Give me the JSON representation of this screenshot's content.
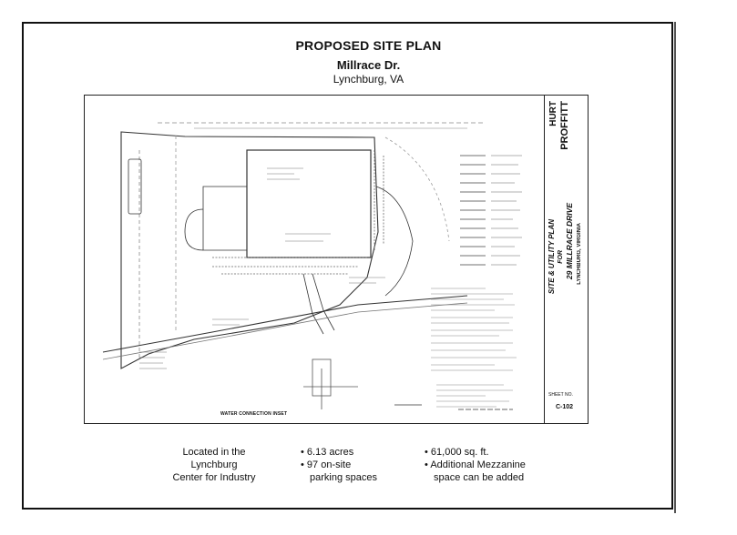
{
  "header": {
    "title": "PROPOSED SITE PLAN",
    "street": "Millrace Dr.",
    "city": "Lynchburg, VA"
  },
  "title_block": {
    "firm_a": "HURT",
    "firm_b": "PROFFITT",
    "plan_name": "SITE & UTILITY PLAN",
    "plan_for": "FOR",
    "address": "29 MILLRACE DRIVE",
    "city": "LYNCHBURG, VIRGINIA",
    "sheet_label": "SHEET NO.",
    "sheet_no": "C-102"
  },
  "plan_labels": {
    "water_connection": "WATER CONNECTION INSET"
  },
  "bottom": {
    "location_lines": [
      "Located in the",
      "Lynchburg",
      "Center for Industry"
    ],
    "col2": {
      "item1": "6.13 acres",
      "item2_line1": "97 on-site",
      "item2_line2": "parking spaces"
    },
    "col3": {
      "item1": "61,000 sq. ft.",
      "item2_line1": "Additional Mezzanine",
      "item2_line2": "space can be added"
    },
    "bullet": "•"
  }
}
